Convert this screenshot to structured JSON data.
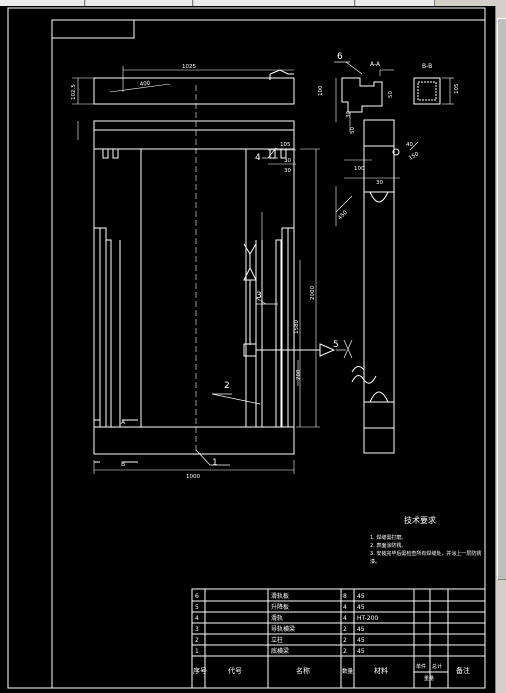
{
  "drawing": {
    "tech_requirements": {
      "title": "技术要求",
      "lines": [
        "1. 焊缝需打磨。",
        "2. 表面涂防锈。",
        "3. 安装完毕后需检查所有焊缝处，并涂上一层防锈漆。"
      ]
    },
    "dimensions": {
      "top_width": "1025",
      "top_half": "400",
      "left_height": "102.5",
      "right_small": "105",
      "small_a": "30",
      "small_b": "30",
      "height_2000": "2000",
      "height_1580": "1580",
      "height_200": "200",
      "bottom_width": "1000",
      "side_100": "100",
      "side_30": "30",
      "side_450": "450",
      "side_150": "150",
      "side_40": "40",
      "sec_100": "100",
      "sec_30": "30",
      "sec_105": "105",
      "sec_50": "50",
      "sec_50b": "50"
    },
    "section_labels": {
      "aa": "A-A",
      "bb": "B-B",
      "a_mark": "A",
      "b_mark": "B"
    },
    "callouts": [
      "1",
      "2",
      "3",
      "4",
      "5",
      "6"
    ]
  },
  "bom": {
    "rows": [
      {
        "seq": "6",
        "code": "",
        "name": "滑轨板",
        "qty": "8",
        "material": "45",
        "unit": "",
        "total": "",
        "remark": ""
      },
      {
        "seq": "5",
        "code": "",
        "name": "升降板",
        "qty": "4",
        "material": "45",
        "unit": "",
        "total": "",
        "remark": ""
      },
      {
        "seq": "4",
        "code": "",
        "name": "滑轨",
        "qty": "4",
        "material": "HT-200",
        "unit": "",
        "total": "",
        "remark": ""
      },
      {
        "seq": "3",
        "code": "",
        "name": "导轨横梁",
        "qty": "2",
        "material": "45",
        "unit": "",
        "total": "",
        "remark": ""
      },
      {
        "seq": "2",
        "code": "",
        "name": "立柱",
        "qty": "2",
        "material": "45",
        "unit": "",
        "total": "",
        "remark": ""
      },
      {
        "seq": "1",
        "code": "",
        "name": "底横梁",
        "qty": "2",
        "material": "45",
        "unit": "",
        "total": "",
        "remark": ""
      }
    ],
    "header": {
      "seq": "序号",
      "code": "代号",
      "name": "名称",
      "qty": "数量",
      "material": "材料",
      "unit": "单件",
      "total": "总计",
      "weight": "重量",
      "remark": "备注"
    }
  }
}
